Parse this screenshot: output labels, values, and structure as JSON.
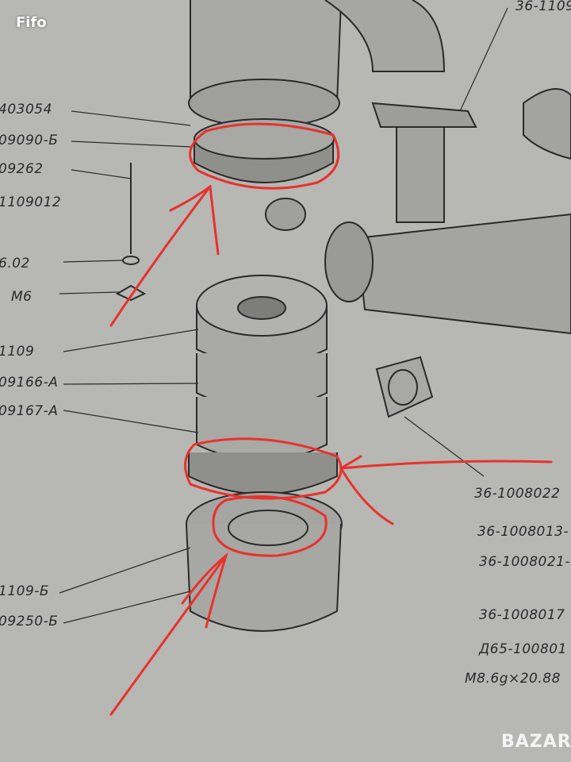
{
  "watermarks": {
    "top_left": "Fifo",
    "bottom_right": "BAZAR"
  },
  "left_labels": [
    "403054",
    "09090-Б",
    "09262",
    "1109012",
    "6.02",
    "М6",
    "1109",
    "09166-А",
    "09167-А",
    "1109-Б",
    "09250-Б"
  ],
  "right_labels": [
    "36-1109",
    "36-1008022",
    "36-1008013-",
    "36-1008021-",
    "36-1008017",
    "Д65-100801",
    "М8.6g×20.88"
  ],
  "colors": {
    "paper": "#b7b7b4",
    "ink": "#2a2a2a",
    "annotation": "#e8322c"
  }
}
